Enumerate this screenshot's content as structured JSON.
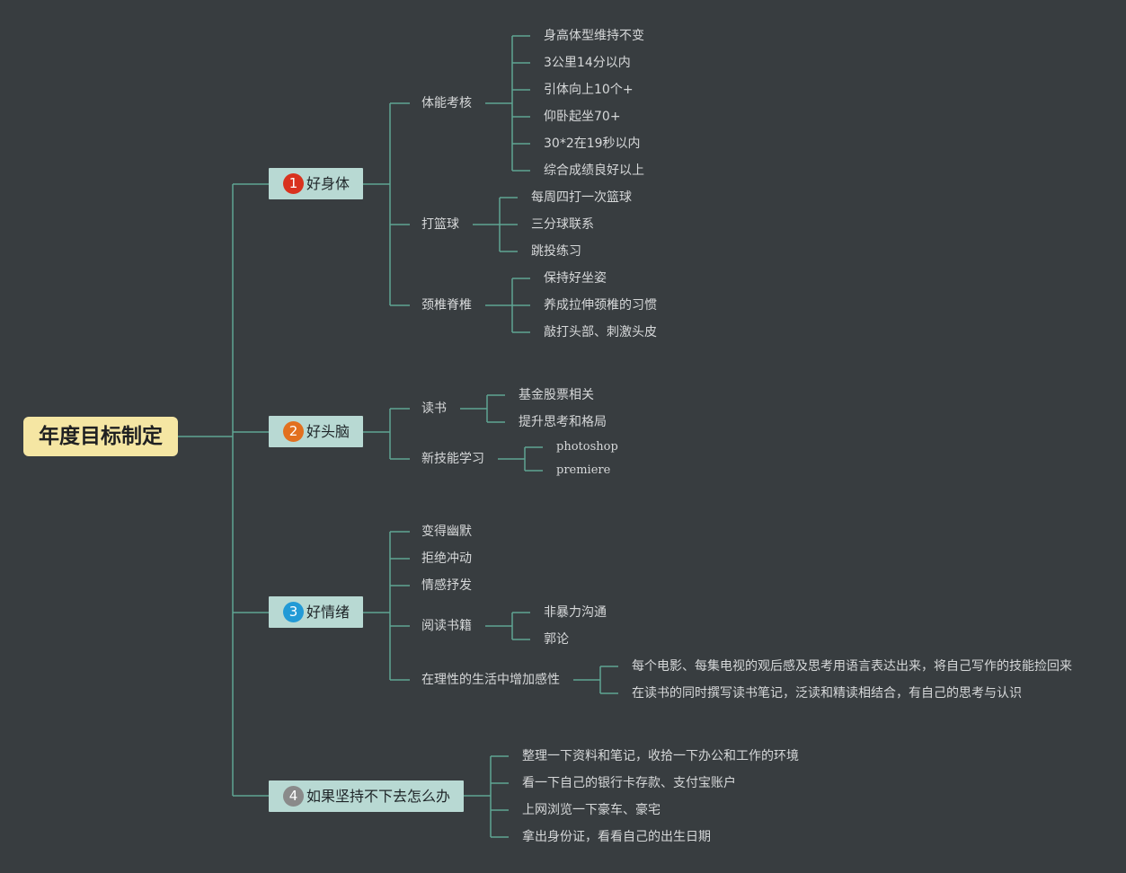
{
  "root": "年度目标制定",
  "colors": {
    "background": "#383d40",
    "root_fill": "#f5e6a3",
    "node_fill": "#b8d9d3",
    "connector": "#5fa593",
    "badge_1": "#d9321e",
    "badge_2": "#e2701f",
    "badge_3": "#229ad6",
    "badge_4": "#8a8a8a"
  },
  "branches": [
    {
      "badge": "1",
      "label": "好身体",
      "children": [
        {
          "label": "体能考核",
          "children": [
            "身高体型维持不变",
            "3公里14分以内",
            "引体向上10个+",
            "仰卧起坐70+",
            "30*2在19秒以内",
            "综合成绩良好以上"
          ]
        },
        {
          "label": "打篮球",
          "children": [
            "每周四打一次篮球",
            "三分球联系",
            "跳投练习"
          ]
        },
        {
          "label": "颈椎脊椎",
          "children": [
            "保持好坐姿",
            "养成拉伸颈椎的习惯",
            "敲打头部、刺激头皮"
          ]
        }
      ]
    },
    {
      "badge": "2",
      "label": "好头脑",
      "children": [
        {
          "label": "读书",
          "children": [
            "基金股票相关",
            "提升思考和格局"
          ]
        },
        {
          "label": "新技能学习",
          "children": [
            "photoshop",
            "premiere"
          ]
        }
      ]
    },
    {
      "badge": "3",
      "label": "好情绪",
      "children": [
        {
          "label": "变得幽默",
          "children": []
        },
        {
          "label": "拒绝冲动",
          "children": []
        },
        {
          "label": "情感抒发",
          "children": []
        },
        {
          "label": "阅读书籍",
          "children": [
            "非暴力沟通",
            "郭论"
          ]
        },
        {
          "label": "在理性的生活中增加感性",
          "children": [
            "每个电影、每集电视的观后感及思考用语言表达出来，将自己写作的技能捡回来",
            "在读书的同时撰写读书笔记，泛读和精读相结合，有自己的思考与认识"
          ]
        }
      ]
    },
    {
      "badge": "4",
      "label": "如果坚持不下去怎么办",
      "children": [
        {
          "label": "整理一下资料和笔记，收拾一下办公和工作的环境",
          "children": []
        },
        {
          "label": "看一下自己的银行卡存款、支付宝账户",
          "children": []
        },
        {
          "label": "上网浏览一下豪车、豪宅",
          "children": []
        },
        {
          "label": "拿出身份证，看看自己的出生日期",
          "children": []
        }
      ]
    }
  ]
}
